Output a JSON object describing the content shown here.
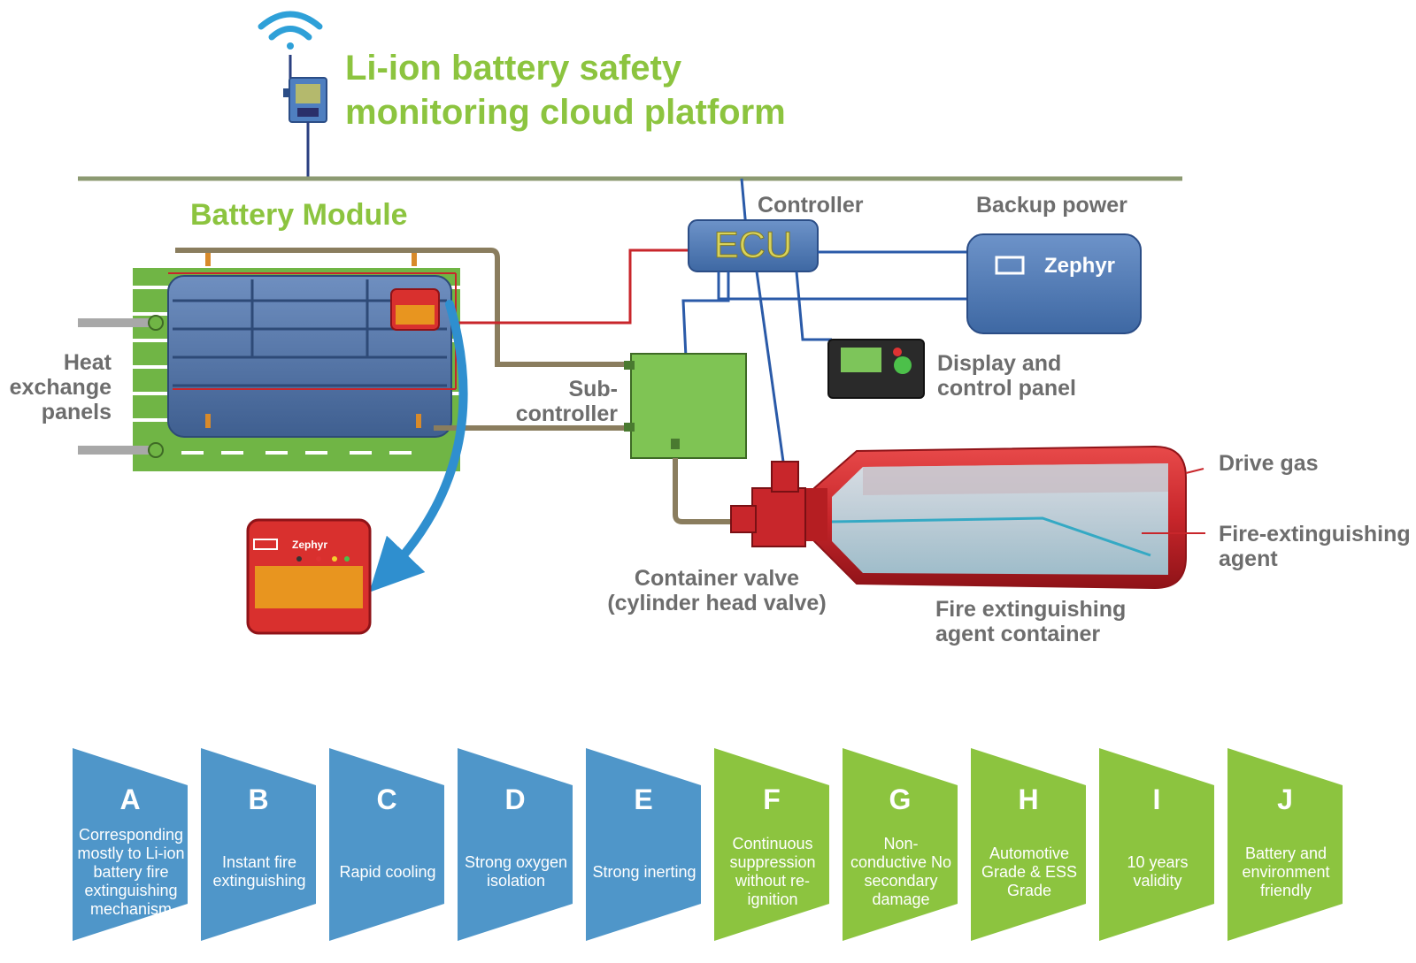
{
  "cloud_title": {
    "line1": "Li-ion battery safety",
    "line2": "monitoring cloud platform"
  },
  "battery_module_title": "Battery Module",
  "labels": {
    "heat_exchange": [
      "Heat",
      "exchange",
      "panels"
    ],
    "controller": "Controller",
    "backup_power": "Backup power",
    "ecu": "ECU",
    "brand": "Zephyr",
    "display_panel": [
      "Display and",
      "control panel"
    ],
    "sub_controller": [
      "Sub-",
      "controller"
    ],
    "drive_gas": "Drive gas",
    "agent": [
      "Fire-extinguishing",
      "agent"
    ],
    "container_valve": [
      "Container valve",
      "(cylinder head valve)"
    ],
    "container": [
      "Fire extinguishing",
      "agent container"
    ]
  },
  "colors": {
    "blue": "#4f96c9",
    "green": "#8cc43f",
    "label_gray": "#6d6d6d",
    "cylinder_red": "#c8262b"
  },
  "features": [
    {
      "letter": "A",
      "text": "Corresponding mostly to Li-ion battery fire extinguishing mechanism",
      "color": "blue"
    },
    {
      "letter": "B",
      "text": "Instant fire extinguishing",
      "color": "blue"
    },
    {
      "letter": "C",
      "text": "Rapid cooling",
      "color": "blue"
    },
    {
      "letter": "D",
      "text": "Strong oxygen isolation",
      "color": "blue"
    },
    {
      "letter": "E",
      "text": "Strong inerting",
      "color": "blue"
    },
    {
      "letter": "F",
      "text": "Continuous suppression without re-ignition",
      "color": "green"
    },
    {
      "letter": "G",
      "text": "Non-conductive No secondary damage",
      "color": "green"
    },
    {
      "letter": "H",
      "text": "Automotive Grade & ESS Grade",
      "color": "green"
    },
    {
      "letter": "I",
      "text": "10 years validity",
      "color": "green"
    },
    {
      "letter": "J",
      "text": "Battery and environment friendly",
      "color": "green"
    }
  ]
}
